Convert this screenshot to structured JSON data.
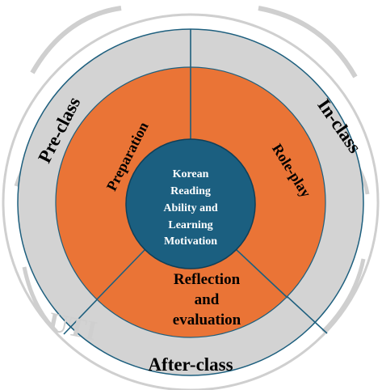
{
  "diagram": {
    "center_lines": [
      "Korean",
      "Reading",
      "Ability and",
      "Learning",
      "Motivation"
    ],
    "stages": [
      {
        "outer_label": "Pre-class",
        "inner_label": "Preparation"
      },
      {
        "outer_label": "In-class",
        "inner_label": "Role-play"
      },
      {
        "outer_label": "After-class",
        "inner_label_lines": [
          "Reflection",
          "and",
          "evaluation"
        ]
      }
    ]
  },
  "colors": {
    "outer_ring": "#d3d3d3",
    "middle_ring": "#ea7436",
    "center": "#1b5f80",
    "divider": "#1d5f7e",
    "watermark": "#c9c9c9"
  }
}
